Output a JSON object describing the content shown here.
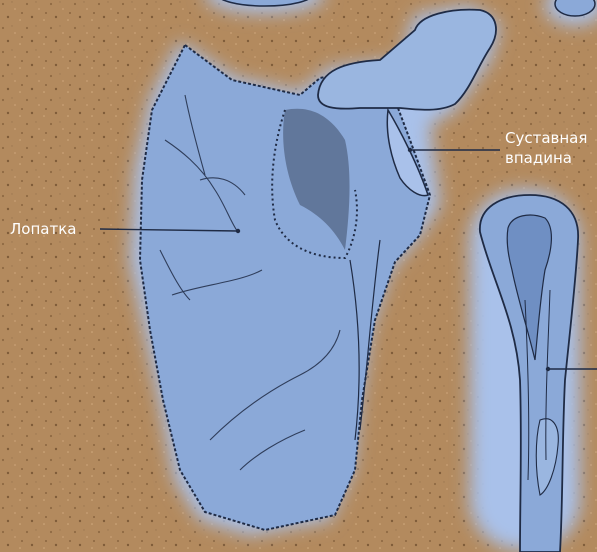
{
  "labels": {
    "scapula": "Лопатка",
    "glenoid_line1": "Суставная",
    "glenoid_line2": "впадина"
  },
  "colors": {
    "background": "#b38a5e",
    "bone_fill": "#8ba9d8",
    "bone_glow": "#a9c1ea",
    "outline": "#1f2b45",
    "shadow": "#2e3a52",
    "label_text": "#ffffff",
    "leader_line": "#1f2b45"
  }
}
